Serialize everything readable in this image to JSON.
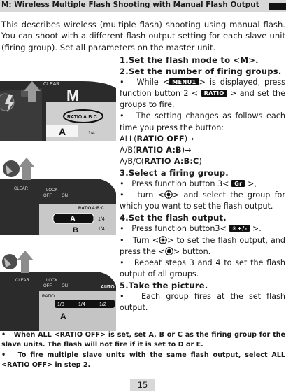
{
  "header": {
    "title": "M: Wireless Multiple Flash Shooting with Manual Flash Output"
  },
  "intro": "This describes wireless (multiple flash) shooting using manual flash. You can shoot with a different flash output setting for each slave unit (firing group). Set all parameters on the master unit.",
  "photos": {
    "p1": {
      "clear": "CLEAR",
      "mode": "M",
      "ratio": "RATIO A:B:C",
      "group": "A",
      "output": "1/4"
    },
    "p2": {
      "clear": "CLEAR",
      "lock": "LOCK",
      "off": "OFF",
      "on": "ON",
      "ratio": "RATIO A:B:C",
      "group_a": "A",
      "group_b": "B",
      "out_a": "1/4",
      "out_b": "1/4"
    },
    "p3": {
      "clear": "CLEAR",
      "lock": "LOCK",
      "off": "OFF",
      "on": "ON",
      "auto": "AUTO",
      "ratio": "RATIO",
      "group": "A",
      "out_a": "1/8",
      "out_b": "1/4",
      "out_c": "1/2"
    }
  },
  "steps": {
    "s1": {
      "title": "1.Set the flash mode to <M>."
    },
    "s2": {
      "title": "2.Set the number of firing groups.",
      "bullet_pre": "While <",
      "menu_badge": "MENU1",
      "bullet_mid": "> is displayed, press function button 2 <",
      "ratio_badge": "RATIO",
      "bullet_post": "> and set the groups to fire.",
      "bullet2": "The setting changes as follows each time you press the button:",
      "opt1_pre": "ALL(",
      "opt1": "RATIO OFF",
      "opt1_post": ")→",
      "opt2_pre": "A/B(",
      "opt2": "RATIO A:B",
      "opt2_post": ")→",
      "opt3_pre": "A/B/C(",
      "opt3": "RATIO A:B:C",
      "opt3_post": ")"
    },
    "s3": {
      "title": "3.Select a firing group.",
      "b1_pre": "Press function button 3<",
      "gr_badge": "Gr",
      "b1_post": ">,",
      "b2_pre": "turn <",
      "b2_post": "> and select the group for which you want to set the flash output."
    },
    "s4": {
      "title": "4.Set the flash output.",
      "b1_pre": "Press function button3<",
      "fn_badge": "☀+/-",
      "b1_post": ">.",
      "b2_pre": "Turn <",
      "b2_mid": "> to set the flash output, and press the <",
      "b2_post": "> button.",
      "b3": "Repeat steps 3 and 4 to set the flash output of all groups."
    },
    "s5": {
      "title": "5.Take the picture.",
      "b1": "Each group fires at the set flash output."
    }
  },
  "bullet": "•",
  "notes": {
    "n1": "When ALL <RATIO OFF> is set, set A, B or C as the firing group for the slave units. The flash will not fire if it is set to D or E.",
    "n2": "To fire multiple slave units with the same flash output, select ALL <RATIO OFF> in step 2."
  },
  "page_number": "15"
}
